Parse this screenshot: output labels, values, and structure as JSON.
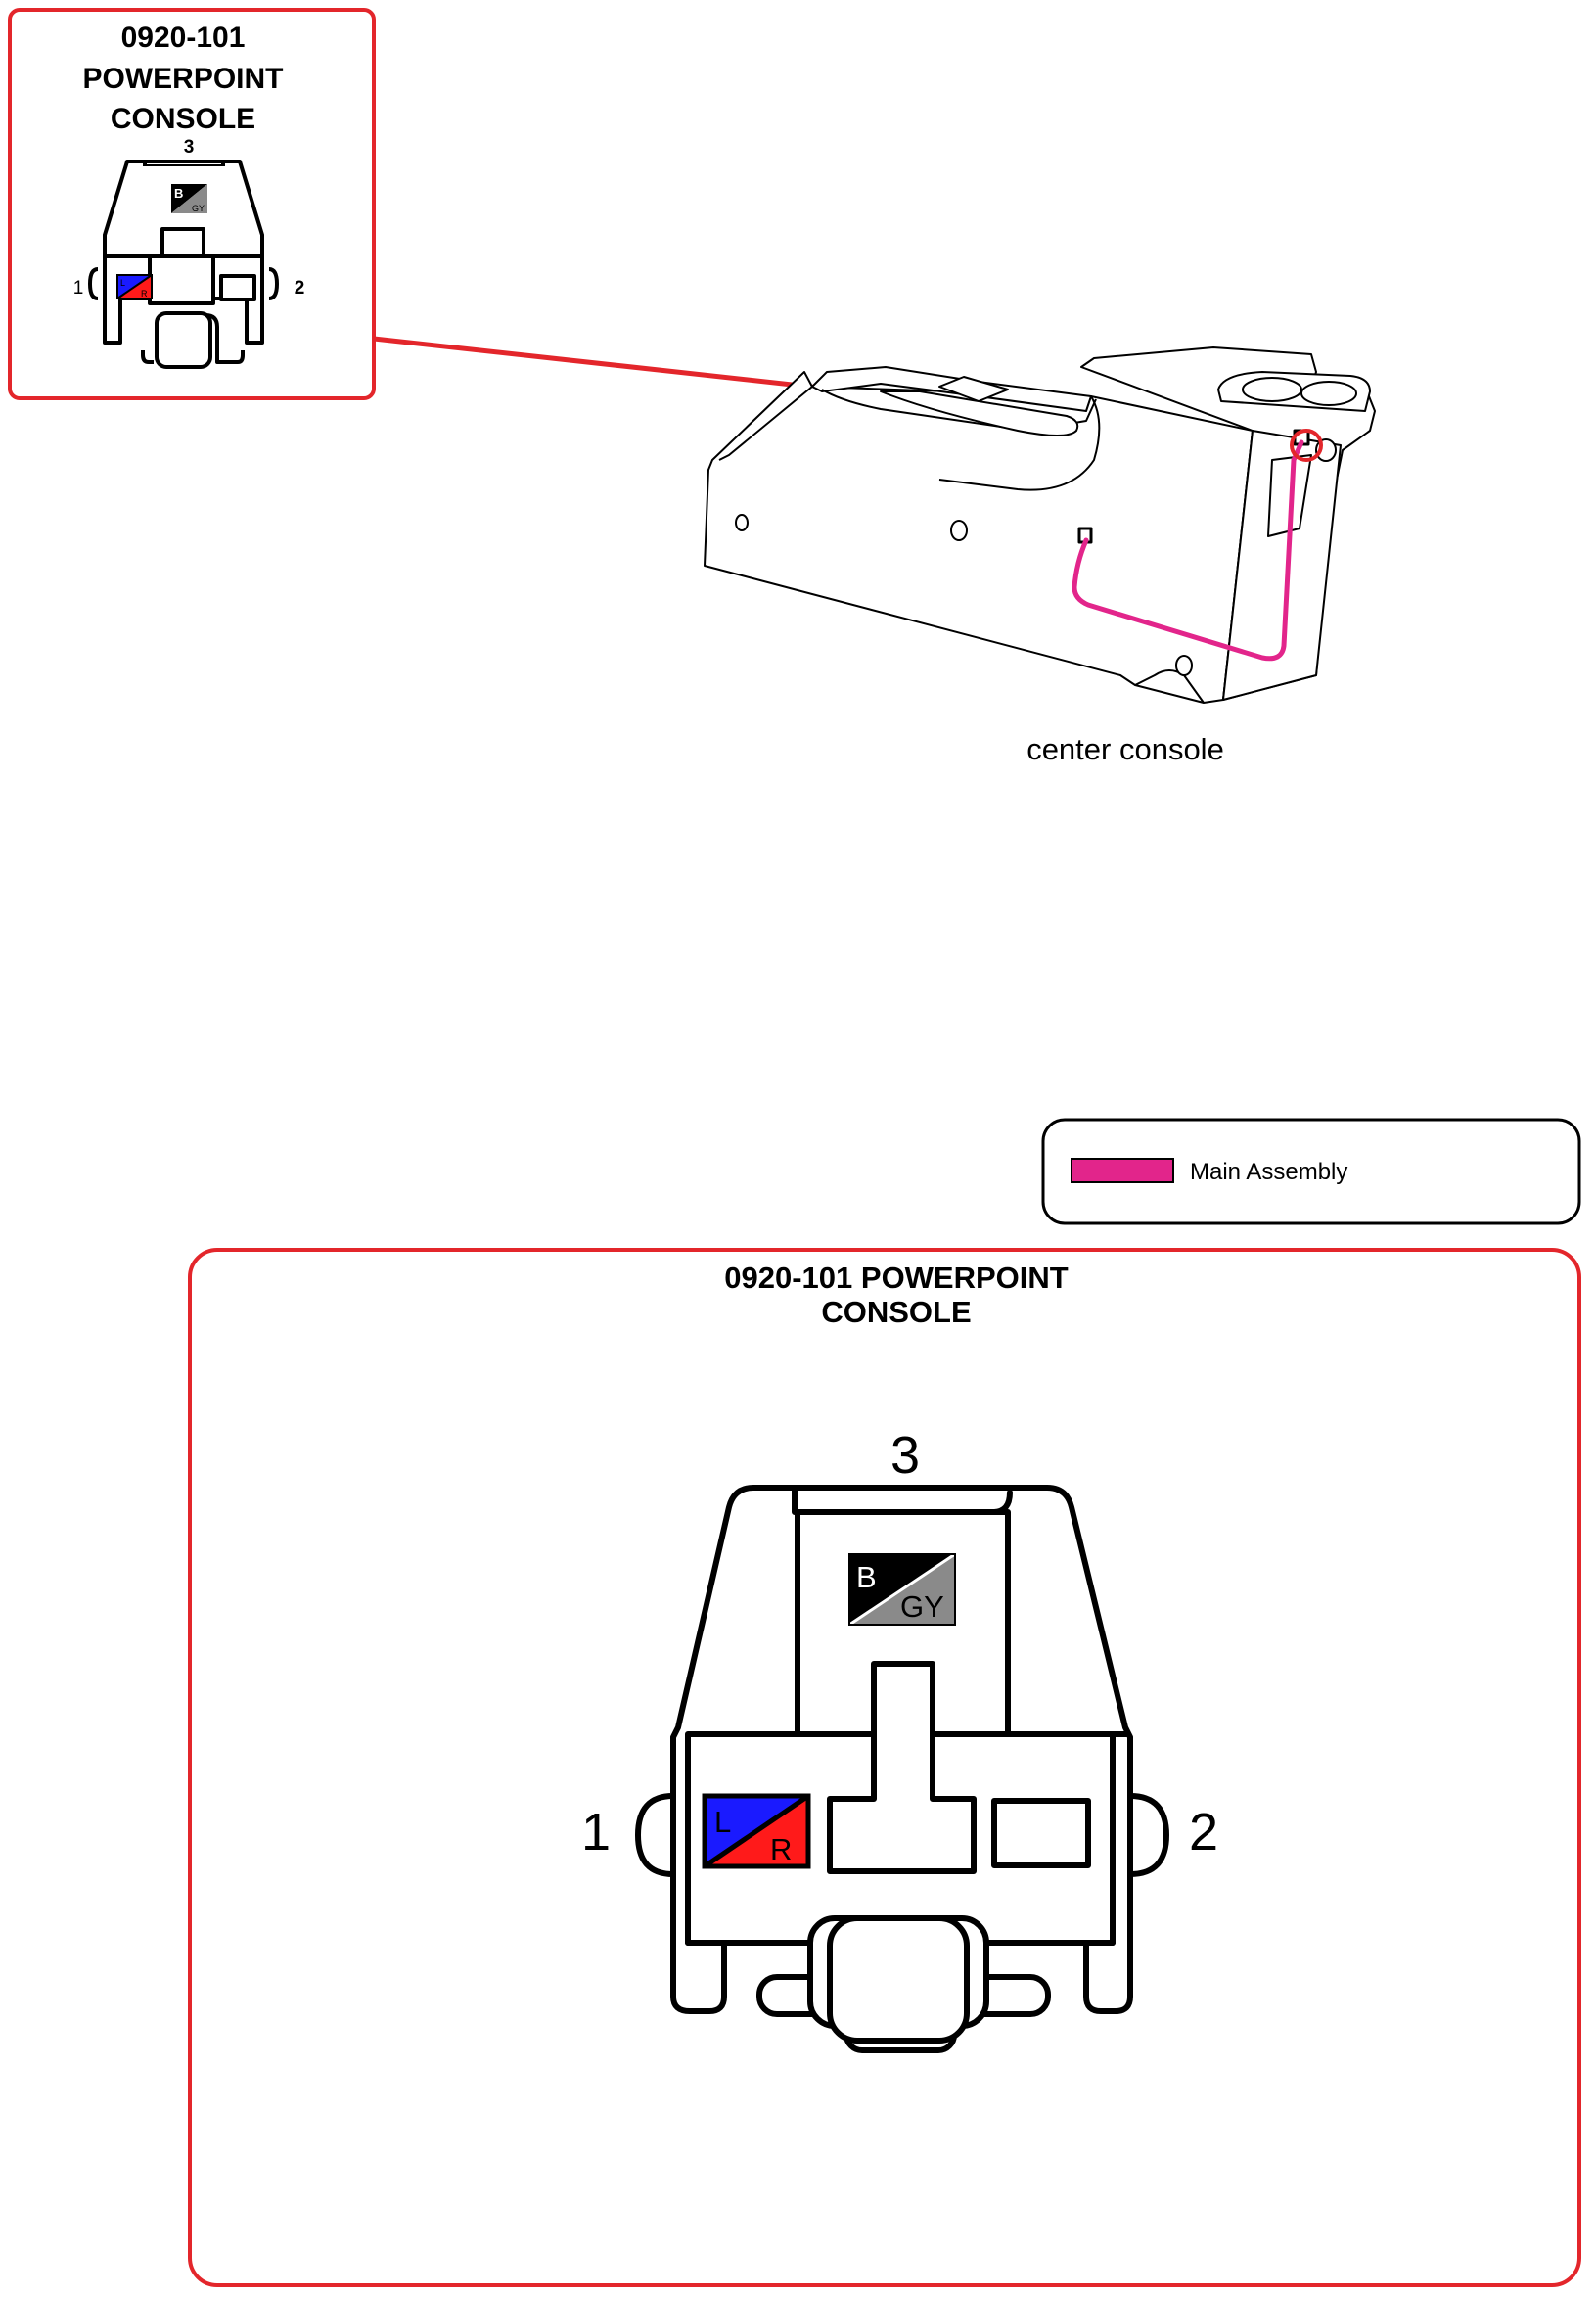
{
  "inset": {
    "connector_id": "0920-101",
    "name_line1": "POWERPOINT",
    "name_line2": "CONSOLE",
    "pin_top": "3",
    "pin_left": "1",
    "pin_right": "2",
    "pin3_colors": {
      "top": "B",
      "bottom": "GY"
    },
    "pin1_colors": {
      "top": "L",
      "bottom": "R"
    }
  },
  "console": {
    "label": "center console"
  },
  "legend": {
    "items": [
      {
        "label": "Main Assembly",
        "color": "#e2258b"
      }
    ]
  },
  "detail": {
    "title_line1": "0920-101 POWERPOINT",
    "title_line2": "CONSOLE",
    "pin_top": "3",
    "pin_left": "1",
    "pin_right": "2",
    "pin3_colors": {
      "top": "B",
      "bottom": "GY"
    },
    "pin1_colors": {
      "top": "L",
      "bottom": "R"
    }
  },
  "colors": {
    "frame_red": "#e3262b",
    "leader_red": "#e3262b",
    "harness_pink": "#e2258b",
    "wire_B": "#000000",
    "wire_GY": "#8a8a8a",
    "wire_L": "#1a1aff",
    "wire_R": "#ff1a1a"
  }
}
